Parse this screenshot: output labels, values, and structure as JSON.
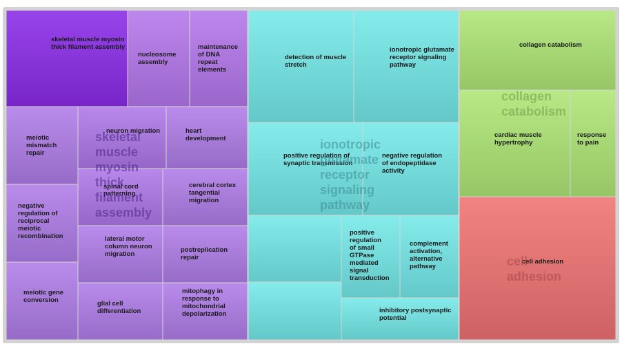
{
  "chart_data": {
    "type": "treemap",
    "groups": [
      {
        "name": "skeletal muscle myosin thick filament assembly",
        "color": "#9a62e6",
        "label_color": "#4c2488",
        "tiles": [
          {
            "name": "skeletal muscle myosin thick filament assembly",
            "color": "#8a2be8"
          },
          {
            "name": "nucleosome assembly",
            "color": "#b477ec"
          },
          {
            "name": "maintenance of DNA repeat elements",
            "color": "#b477ec"
          },
          {
            "name": "meiotic mismatch repair",
            "color": "#b07ce8"
          },
          {
            "name": "neuron migration",
            "color": "#ae78e8"
          },
          {
            "name": "heart development",
            "color": "#b07ce8"
          },
          {
            "name": "negative regulation of reciprocal meiotic recombination",
            "color": "#b07ce8"
          },
          {
            "name": "spinal cord patterning",
            "color": "#ae78e8"
          },
          {
            "name": "cerebral cortex tangential migration",
            "color": "#b07ce8"
          },
          {
            "name": "lateral motor column neuron migration",
            "color": "#b07ce8"
          },
          {
            "name": "postreplication repair",
            "color": "#b07ce8"
          },
          {
            "name": "meiotic gene conversion",
            "color": "#b07ce8"
          },
          {
            "name": "glial cell differentiation",
            "color": "#b07ce8"
          },
          {
            "name": "mitophagy in response to mitochondrial depolarization",
            "color": "#b07ce8"
          }
        ]
      },
      {
        "name": "ionotropic glutamate receptor signaling pathway",
        "color": "#66dcdc",
        "label_color": "#3a8c94",
        "tiles": [
          {
            "name": "detection of muscle stretch",
            "color": "#74e8e8"
          },
          {
            "name": "ionotropic glutamate receptor signaling pathway",
            "color": "#74e8e8"
          },
          {
            "name": "positive regulation of synaptic transmission",
            "color": "#74e8e8"
          },
          {
            "name": "negative regulation of endopeptidase activity",
            "color": "#74e8e8"
          },
          {
            "name": "",
            "color": "#74e8e8"
          },
          {
            "name": "",
            "color": "#74e8e8"
          },
          {
            "name": "positive regulation of small GTPase mediated signal transduction",
            "color": "#74e8e8"
          },
          {
            "name": "complement activation, alternative pathway",
            "color": "#74e8e8"
          },
          {
            "name": "inhibitory postsynaptic potential",
            "color": "#74e8e8"
          }
        ]
      },
      {
        "name": "collagen catabolism",
        "color": "#a8e070",
        "label_color": "#6e9c46",
        "tiles": [
          {
            "name": "collagen catabolism",
            "color": "#aee676"
          },
          {
            "name": "cardiac muscle hypertrophy",
            "color": "#aee676"
          },
          {
            "name": "response to pain",
            "color": "#aee676"
          }
        ]
      },
      {
        "name": "cell adhesion",
        "color": "#ee7070",
        "label_color": "#a04848",
        "tiles": [
          {
            "name": "cell adhesion",
            "color": "#f07272"
          }
        ]
      }
    ]
  }
}
